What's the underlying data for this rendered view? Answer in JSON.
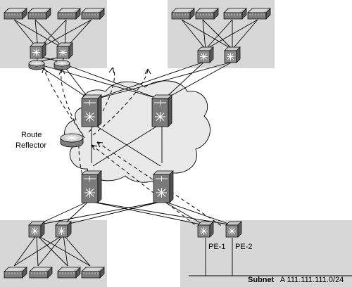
{
  "labels": {
    "route_reflector_line1": "Route",
    "route_reflector_line2": "Reflector",
    "pe1": "PE-1",
    "pe2": "PE-2",
    "subnet_word": "Subnet",
    "subnet_rest": "A 111.111.111.0/24"
  },
  "colors": {
    "site_bg": "#d7d7d7",
    "cloud_fill": "#e9e9e9",
    "device_dark": "#7d7d7d",
    "device_light": "#c9c9c9",
    "line": "#000000"
  },
  "icons": {
    "access_switch": "workgroup-switch-icon",
    "distribution_switch": "multilayer-switch-icon",
    "router": "router-icon",
    "core_switch": "core-switch-icon"
  }
}
